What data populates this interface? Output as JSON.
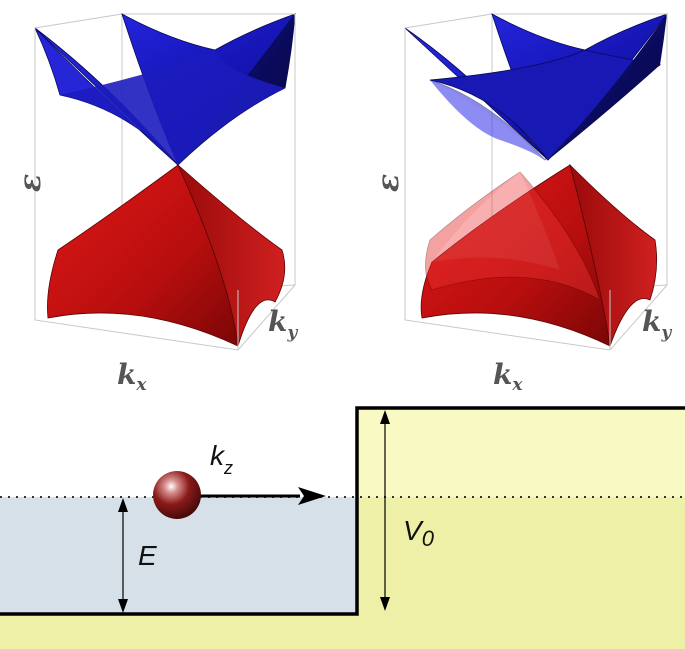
{
  "panels": [
    {
      "energy_label": "ε",
      "kx_label": "k",
      "kx_sub": "x",
      "ky_label": "k",
      "ky_sub": "y"
    },
    {
      "energy_label": "ε",
      "kx_label": "k",
      "kx_sub": "x",
      "ky_label": "k",
      "ky_sub": "y"
    }
  ],
  "barrier": {
    "wavevector_label": "k",
    "wavevector_sub": "z",
    "energy_label": "E",
    "height_label": "V",
    "height_sub": "0"
  },
  "colors": {
    "conduction_band": "#1a1acc",
    "valence_band": "#cc1111",
    "well_region": "#d6e0e8",
    "barrier_region": "#eef0a8",
    "barrier_top": "#f9f9c4",
    "particle": "#8b1a1a"
  }
}
